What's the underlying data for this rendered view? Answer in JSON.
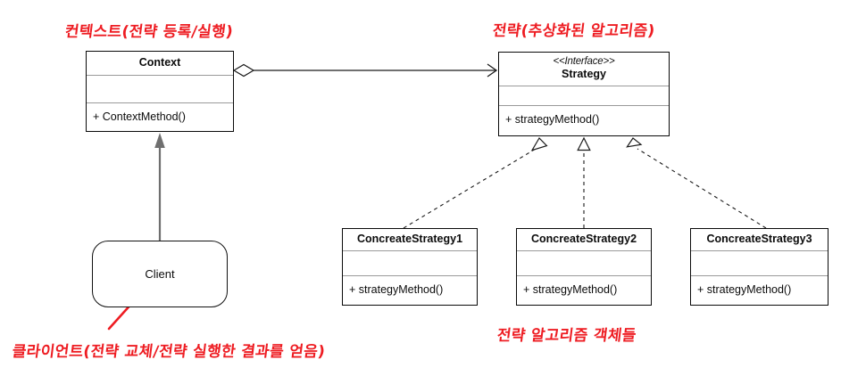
{
  "diagram": {
    "title": "Strategy Pattern UML Class Diagram",
    "colors": {
      "annotation_red": "#ee1c22",
      "box_border": "#0a0a0a",
      "compartment_divider": "#9a9a9a",
      "edge_gray": "#6f6f6f",
      "edge_black": "#1a1a1a"
    }
  },
  "classes": {
    "context": {
      "name": "Context",
      "stereotype": "",
      "attributes": "",
      "operations": "+ ContextMethod()"
    },
    "strategy": {
      "name": "Strategy",
      "stereotype": "<<Interface>>",
      "attributes": "",
      "operations": "+ strategyMethod()"
    },
    "concrete1": {
      "name": "ConcreateStrategy1",
      "stereotype": "",
      "attributes": "",
      "operations": "+ strategyMethod()"
    },
    "concrete2": {
      "name": "ConcreateStrategy2",
      "stereotype": "",
      "attributes": "",
      "operations": "+ strategyMethod()"
    },
    "concrete3": {
      "name": "ConcreateStrategy3",
      "stereotype": "",
      "attributes": "",
      "operations": "+ strategyMethod()"
    }
  },
  "nodes": {
    "client": {
      "label": "Client"
    }
  },
  "annotations": {
    "context_note": "컨텍스트(전략 등록/실행)",
    "strategy_note": "전략(추상화된 알고리즘)",
    "concrete_note": "전략 알고리즘 객체들",
    "client_note": "클라이언트(전략 교체/전략 실행한 결과를 얻음)"
  },
  "relationships": [
    {
      "kind": "aggregation",
      "from": "Context",
      "to": "Strategy",
      "decoration": "hollow-diamond-and-open-arrow"
    },
    {
      "kind": "dependency",
      "from": "Client",
      "to": "Context",
      "decoration": "solid-filled-arrow"
    },
    {
      "kind": "realization",
      "from": "ConcreateStrategy1",
      "to": "Strategy",
      "decoration": "dashed-hollow-triangle"
    },
    {
      "kind": "realization",
      "from": "ConcreateStrategy2",
      "to": "Strategy",
      "decoration": "dashed-hollow-triangle"
    },
    {
      "kind": "realization",
      "from": "ConcreateStrategy3",
      "to": "Strategy",
      "decoration": "dashed-hollow-triangle"
    }
  ]
}
